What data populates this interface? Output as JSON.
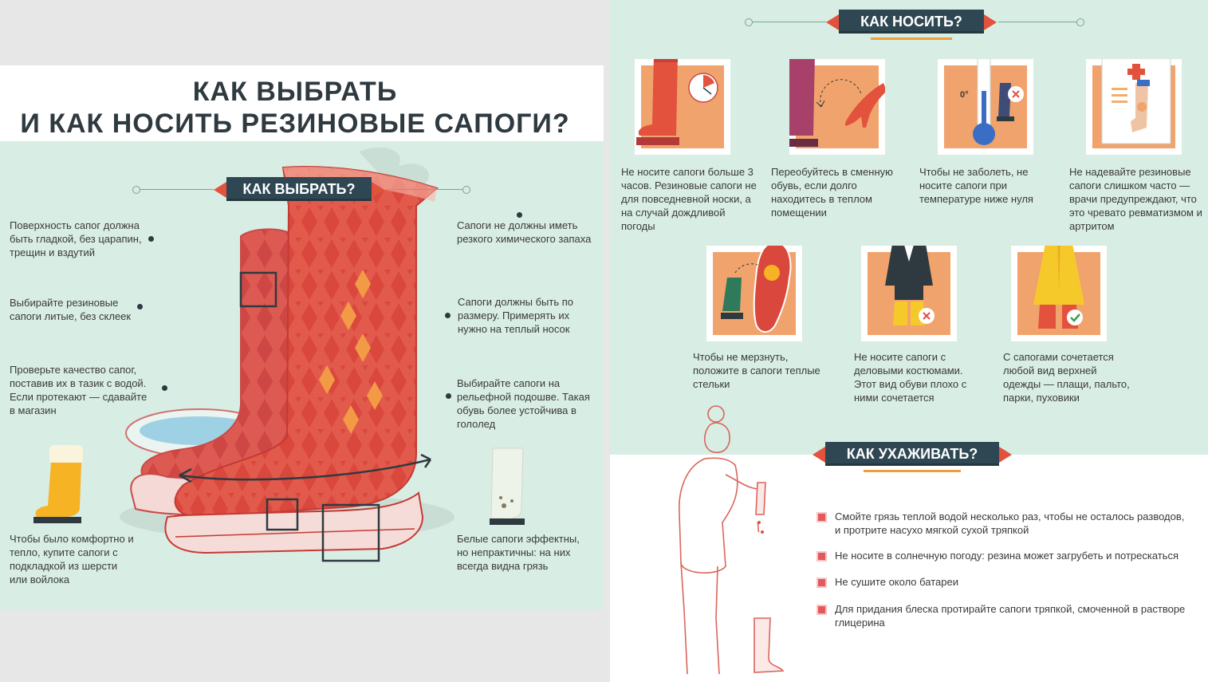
{
  "title_lines": [
    "КАК ВЫБРАТЬ",
    "И КАК НОСИТЬ РЕЗИНОВЫЕ САПОГИ?"
  ],
  "sections": {
    "choose": "КАК ВЫБРАТЬ?",
    "wear": "КАК НОСИТЬ?",
    "care": "КАК УХАЖИВАТЬ?"
  },
  "choose_tips_left": [
    "Поверхность сапог должна быть гладкой, без царапин, трещин и вздутий",
    "Выбирайте резиновые сапоги литые, без склеек",
    "Проверьте качество сапог, поставив их в тазик с водой. Если протекают — сдавайте в магазин",
    "Чтобы было комфортно и тепло, купите сапоги с подкладкой из шерсти или войлока"
  ],
  "choose_tips_right": [
    "Сапоги не должны иметь резкого химического запаха",
    "Сапоги должны быть по размеру. Примерять их нужно на теплый носок",
    "Выбирайте сапоги на рельефной подошве. Такая обувь более устойчива в гололед",
    "Белые сапоги эффектны, но непрактичны: на них всегда видна грязь"
  ],
  "wear_tips": [
    "Не носите сапоги больше 3 часов. Резиновые сапоги не для повседневной носки, а на случай дождливой погоды",
    "Переобуйтесь в сменную обувь, если долго находитесь в теплом помещении",
    "Чтобы не заболеть, не носите сапоги при температуре ниже нуля",
    "Не надевайте резиновые сапоги слишком часто — врачи предупреждают, что это чревато ревматизмом и артритом",
    "Чтобы не мерзнуть, положите в сапоги теплые стельки",
    "Не носите сапоги с деловыми костюмами. Этот вид обуви плохо с ними сочетается",
    "С сапогами сочетается любой вид верхней одежды — плащи, пальто, парки, пуховики"
  ],
  "thermo_label": "0°",
  "care_tips": [
    "Смойте грязь теплой водой несколько раз, чтобы не осталось разводов, и протрите насухо мягкой сухой тряпкой",
    "Не носите в солнечную погоду: резина может загрубеть и потрескаться",
    "Не сушите около батареи",
    "Для придания блеска протирайте сапоги тряпкой, смоченной в растворе глицерина"
  ],
  "colors": {
    "ribbon": "#2f4753",
    "accent_red": "#e2523d",
    "panel_mint": "#d8ede4",
    "card_orange": "#f0a36c"
  }
}
